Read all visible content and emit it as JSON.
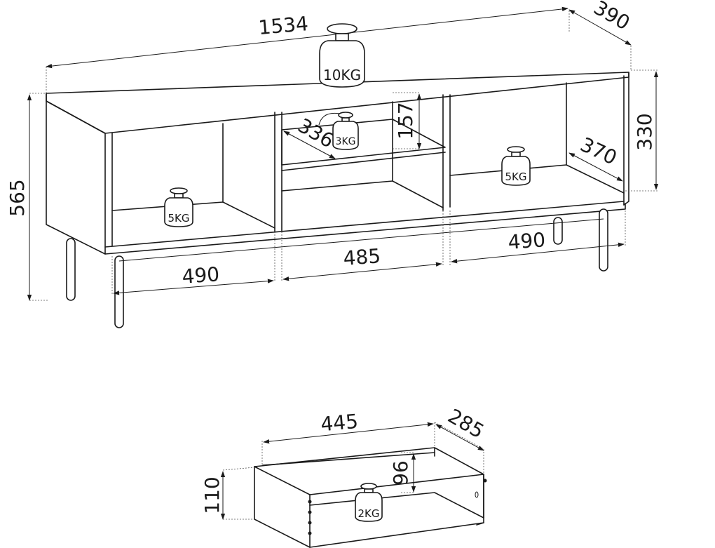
{
  "dimensions": {
    "width": "1534",
    "depth": "390",
    "height": "565",
    "body_height": "330",
    "shelf_height": "157",
    "shelf_depth": "336",
    "inner_depth": "370",
    "compartment_left": "490",
    "compartment_middle": "485",
    "compartment_right": "490",
    "drawer_width": "445",
    "drawer_depth": "285",
    "drawer_height": "110",
    "drawer_inner_height": "96"
  },
  "load_limits": {
    "top": "10KG",
    "shelf": "3KG",
    "left_compartment": "5KG",
    "right_compartment": "5KG",
    "drawer": "2KG"
  }
}
